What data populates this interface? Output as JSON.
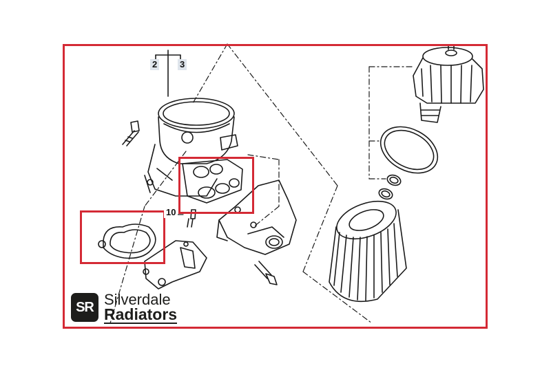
{
  "diagram": {
    "callouts": {
      "c2": "2",
      "c3": "3",
      "c10": "10"
    },
    "colors": {
      "highlight": "#d42a35",
      "line": "#1a1a1a",
      "callout_bg": "#dfe5ec"
    }
  },
  "logo": {
    "mark": "SR",
    "line1": "Silverdale",
    "line2": "Radiators"
  }
}
